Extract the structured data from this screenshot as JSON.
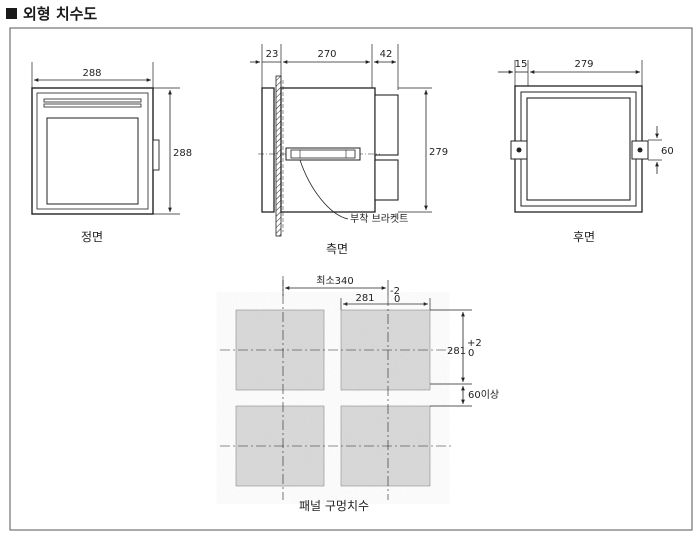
{
  "section_title": "외형 치수도",
  "front_view": {
    "caption": "정면",
    "width_label": "288",
    "height_label": "288"
  },
  "side_view": {
    "caption": "측면",
    "dim_a": "23",
    "dim_b": "270",
    "dim_c": "42",
    "height_label": "279",
    "bracket_label": "부착 브라켓트"
  },
  "rear_view": {
    "caption": "후면",
    "offset_label": "15",
    "width_label": "279",
    "hole_label": "60"
  },
  "panel_cutout": {
    "caption": "패널 구멍치수",
    "min_pitch_label": "최소340",
    "cutout_width_label": "281",
    "tolerance_minus": "-2",
    "tolerance_zero_top": "0",
    "cutout_height_label": "281",
    "tolerance_plus": "+2",
    "tolerance_zero_side": "0",
    "gap_label": "60이상"
  }
}
